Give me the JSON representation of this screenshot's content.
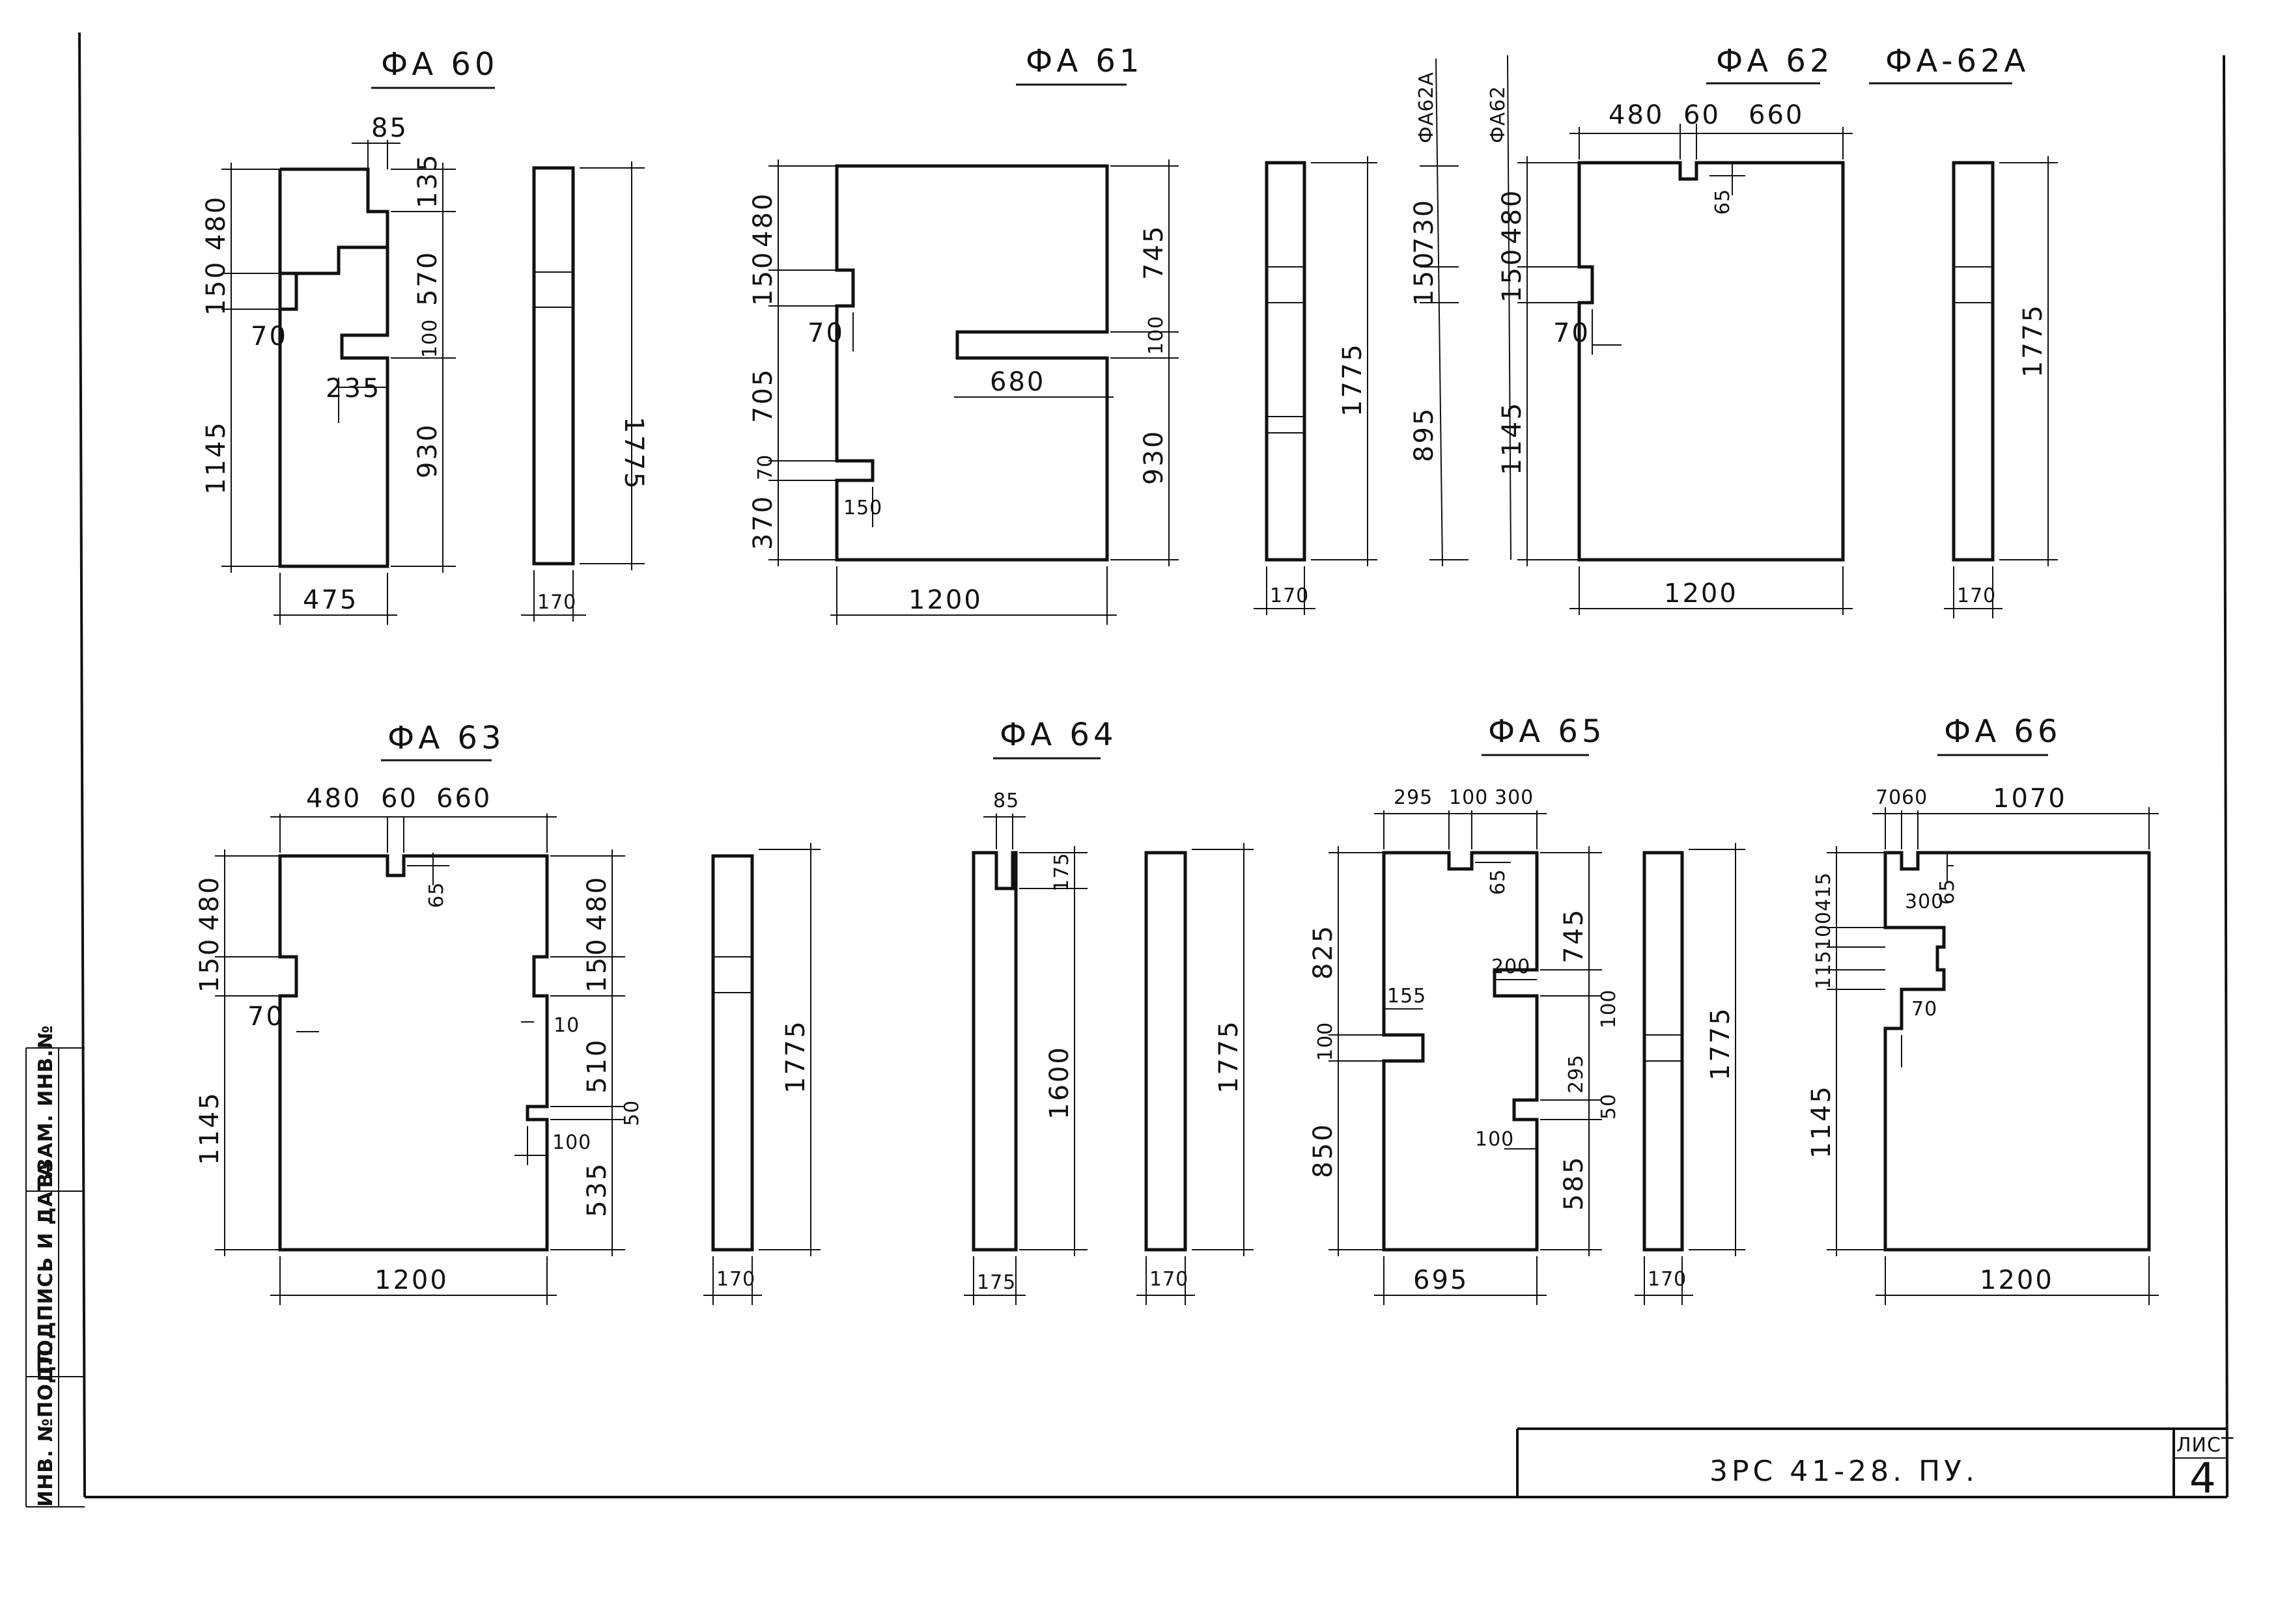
{
  "titles": {
    "fa60": "ФА 60",
    "fa61": "ФА 61",
    "fa62a_vertical": "ФА62А",
    "fa62_vertical": "ФА62",
    "fa62": "ФА 62",
    "fa62a": "ФА-62А",
    "fa63": "ФА 63",
    "fa64": "ФА 64",
    "fa65": "ФА 65",
    "fa66": "ФА 66"
  },
  "dims": {
    "fa60": [
      "85",
      "480",
      "150",
      "70",
      "1145",
      "135",
      "570",
      "100",
      "235",
      "930",
      "475"
    ],
    "fa60_side": [
      "1775",
      "170"
    ],
    "fa61": [
      "480",
      "150",
      "70",
      "705",
      "70",
      "370",
      "150",
      "745",
      "100",
      "680",
      "930",
      "1200"
    ],
    "fa61_side": [
      "1775",
      "170"
    ],
    "fa62a_left": [
      "730",
      "150",
      "895"
    ],
    "fa62": [
      "480",
      "60",
      "660",
      "65",
      "480",
      "150",
      "70",
      "1145",
      "1200"
    ],
    "fa62_side": [
      "1775",
      "170"
    ],
    "fa63": [
      "480",
      "60",
      "660",
      "65",
      "480",
      "150",
      "70",
      "1145",
      "480",
      "150",
      "10",
      "510",
      "50",
      "100",
      "535",
      "1200"
    ],
    "fa63_side": [
      "1775",
      "170"
    ],
    "fa64": [
      "85",
      "175",
      "1600",
      "175"
    ],
    "fa64_side": [
      "1775",
      "170"
    ],
    "fa65": [
      "295",
      "100",
      "300",
      "65",
      "825",
      "155",
      "100",
      "850",
      "200",
      "745",
      "100",
      "295",
      "50",
      "100",
      "585",
      "695"
    ],
    "fa65_side": [
      "1775",
      "170"
    ],
    "fa66": [
      "70",
      "60",
      "1070",
      "415",
      "300",
      "65",
      "100",
      "115",
      "70",
      "1145",
      "1200"
    ]
  },
  "stamp": {
    "code": "3РС 41-28. ПУ.",
    "sheet_label": "ЛИСТ",
    "sheet_number": "4"
  },
  "side_labels": [
    "ИНВ. №ПОДЛ.",
    "ПОДПИСЬ И ДАТА",
    "ВЗАМ. ИНВ.№"
  ],
  "colors": {
    "ink": "#111111",
    "paper": "#ffffff"
  }
}
